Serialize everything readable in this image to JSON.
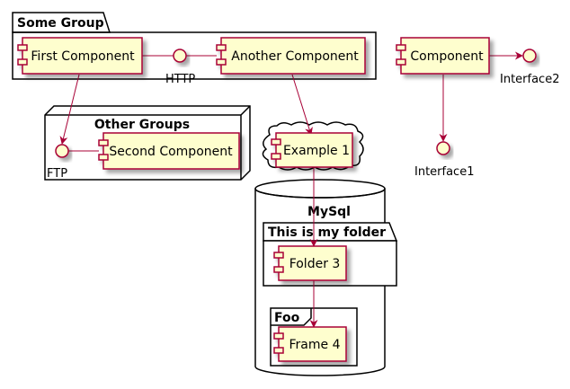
{
  "colors": {
    "component_fill": "#FEFECE",
    "component_stroke": "#A80036",
    "arrow": "#A80036",
    "container_stroke": "#000000",
    "shadow": "#c8c8c8"
  },
  "groups": {
    "some_group": "Some Group",
    "other_groups": "Other Groups",
    "mysql": "MySql",
    "my_folder": "This is my folder",
    "foo": "Foo"
  },
  "components": {
    "first": "First Component",
    "another": "Another Component",
    "component": "Component",
    "second": "Second Component",
    "example1": "Example 1",
    "folder3": "Folder 3",
    "frame4": "Frame 4"
  },
  "interfaces": {
    "http": "HTTP",
    "ftp": "FTP",
    "interface1": "Interface1",
    "interface2": "Interface2"
  }
}
